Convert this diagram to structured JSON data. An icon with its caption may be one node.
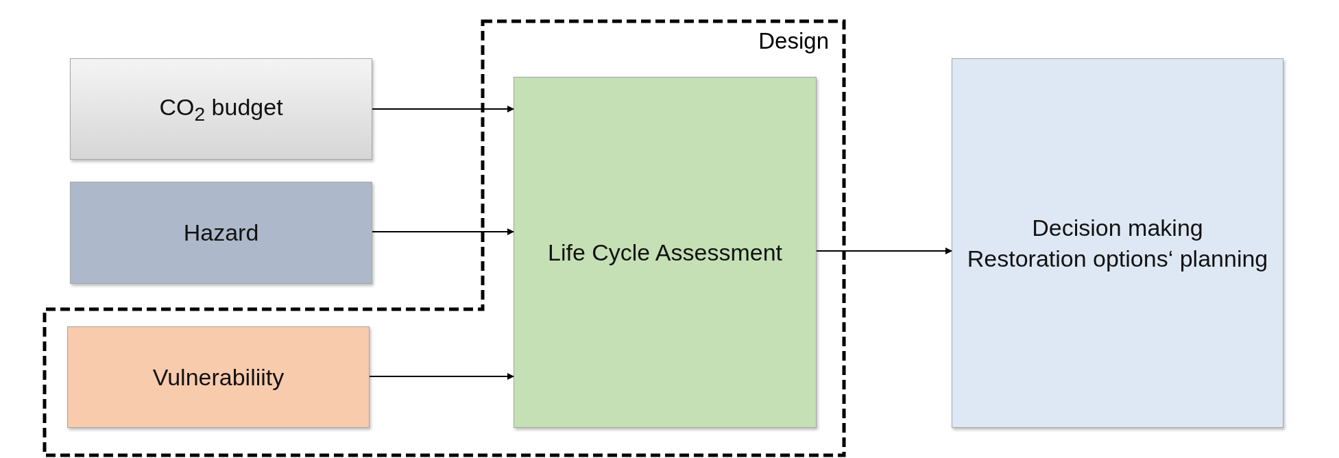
{
  "diagram": {
    "nodes": [
      {
        "text": [
          "Design"
        ]
      },
      {
        "text": [
          "CO$_{2}$ budget"
        ]
      },
      {
        "text": [
          "Hazard"
        ]
      },
      {
        "text": [
          "Life Cycle Assessment"
        ],
        "in": 0
      },
      {
        "text": [
          "Vulnerabiliity"
        ],
        "in": 0
      },
      {
        "text": [
          "Decision making",
          "Restoration options‘ planning"
        ]
      }
    ],
    "edges": [
      {
        "from": 1,
        "to": 3,
        "arrow": "to"
      },
      {
        "from": 2,
        "to": 3,
        "arrow": "to"
      },
      {
        "from": 4,
        "to": 3,
        "arrow": "to"
      },
      {
        "from": 3,
        "to": 5,
        "arrow": "to"
      }
    ]
  }
}
